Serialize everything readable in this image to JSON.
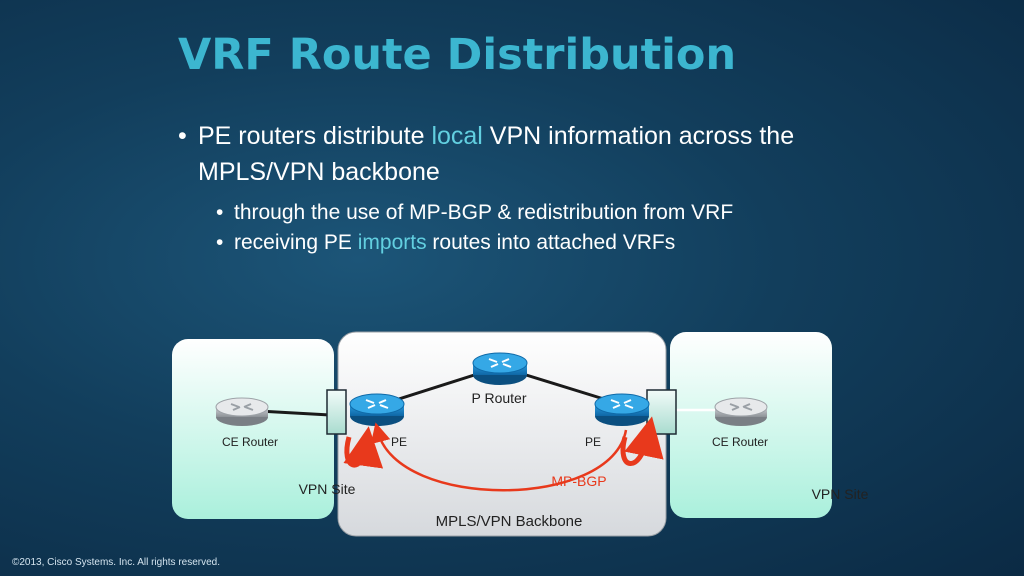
{
  "slide": {
    "title": "VRF Route Distribution",
    "bullet1": {
      "before": "PE routers distribute ",
      "highlight": "local",
      "after": " VPN information across the MPLS/VPN backbone"
    },
    "sub1": "through the use of MP-BGP & redistribution from VRF",
    "sub2": {
      "before": "receiving PE ",
      "highlight": "imports",
      "after": " routes into attached VRFs"
    },
    "bullet_char": "•"
  },
  "diagram": {
    "left_site_label": "VPN Site",
    "right_site_label": "VPN Site",
    "backbone_label": "MPLS/VPN Backbone",
    "p_router_label": "P Router",
    "pe_left_label": "PE",
    "pe_right_label": "PE",
    "ce_left_label": "CE Router",
    "ce_right_label": "CE Router",
    "mpbgp_label": "MP-BGP"
  },
  "colors": {
    "title": "#3cb6d0",
    "highlight": "#62cfe0",
    "arrow": "#e8391c",
    "router_blue": "#1a8fd1"
  },
  "footer": "©2013, Cisco Systems. Inc. All rights reserved."
}
